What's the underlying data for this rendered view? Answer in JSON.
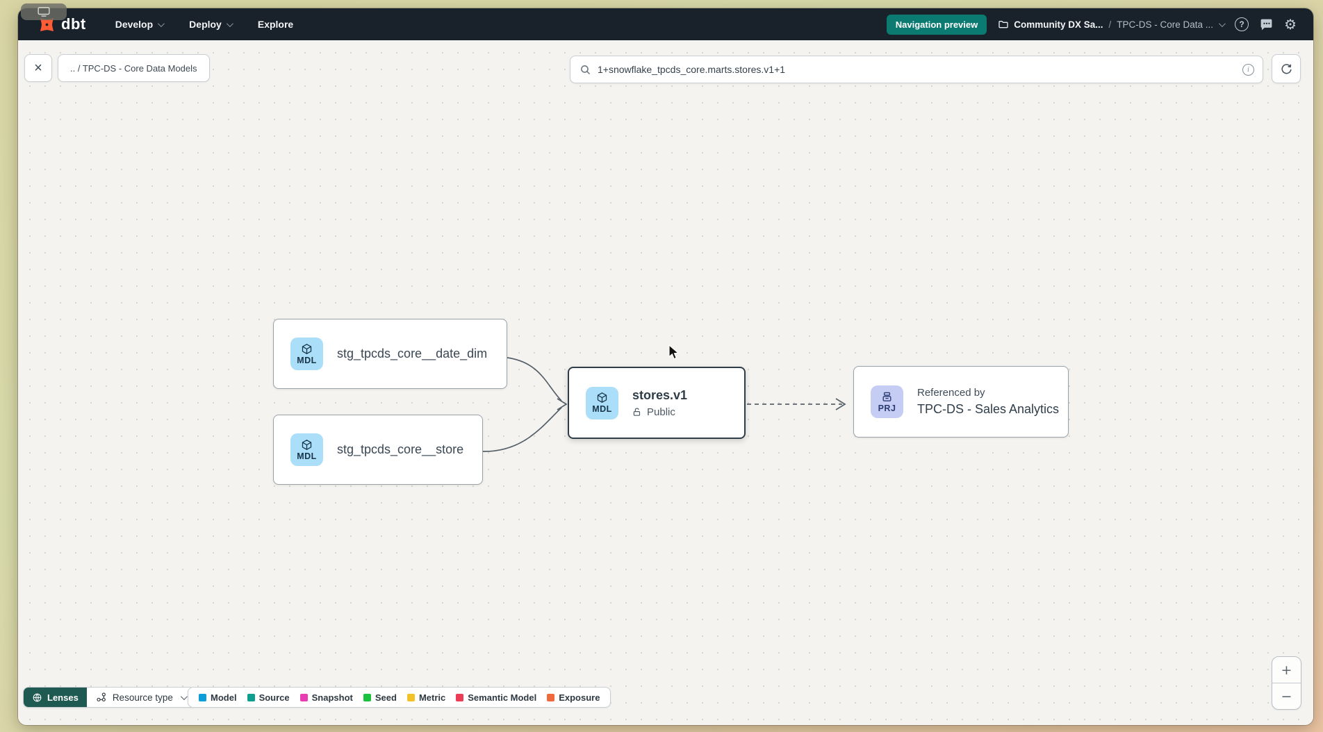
{
  "topbar": {
    "logo_text": "dbt",
    "nav": [
      {
        "label": "Develop"
      },
      {
        "label": "Deploy"
      },
      {
        "label": "Explore"
      }
    ],
    "preview_badge": "Navigation preview",
    "account_label": "Community DX Sa...",
    "path_separator": "/",
    "project_label": "TPC-DS - Core Data ..."
  },
  "toolbar": {
    "path_chip": ".. / TPC-DS - Core Data Models",
    "search_value": "1+snowflake_tpcds_core.marts.stores.v1+1"
  },
  "graph": {
    "nodes": [
      {
        "badge": "MDL",
        "label": "stg_tpcds_core__date_dim"
      },
      {
        "badge": "MDL",
        "label": "stg_tpcds_core__store"
      },
      {
        "badge": "MDL",
        "label": "stores.v1",
        "access": "Public"
      },
      {
        "badge": "PRJ",
        "title": "Referenced by",
        "label": "TPC-DS - Sales Analytics"
      }
    ]
  },
  "legend": {
    "lenses_label": "Lenses",
    "resource_type_label": "Resource type",
    "items": [
      {
        "label": "Model",
        "color": "#0d9ed9"
      },
      {
        "label": "Source",
        "color": "#0f9d8f"
      },
      {
        "label": "Snapshot",
        "color": "#e93cb3"
      },
      {
        "label": "Seed",
        "color": "#18c23e"
      },
      {
        "label": "Metric",
        "color": "#f2c22a"
      },
      {
        "label": "Semantic Model",
        "color": "#eb3d55"
      },
      {
        "label": "Exposure",
        "color": "#ee6a3d"
      }
    ]
  },
  "zoom_controls": {
    "zoom_in": "+",
    "zoom_out": "−"
  },
  "icons": {
    "close": "×",
    "help": "?",
    "info": "i",
    "gear": "⚙"
  },
  "colors": {
    "topbar_bg": "#19222b",
    "accent_teal": "#0b7a70",
    "lenses_teal": "#1e5a52",
    "mdl_badge_bg": "#abdef8",
    "prj_badge_bg": "#c5cdf4"
  }
}
